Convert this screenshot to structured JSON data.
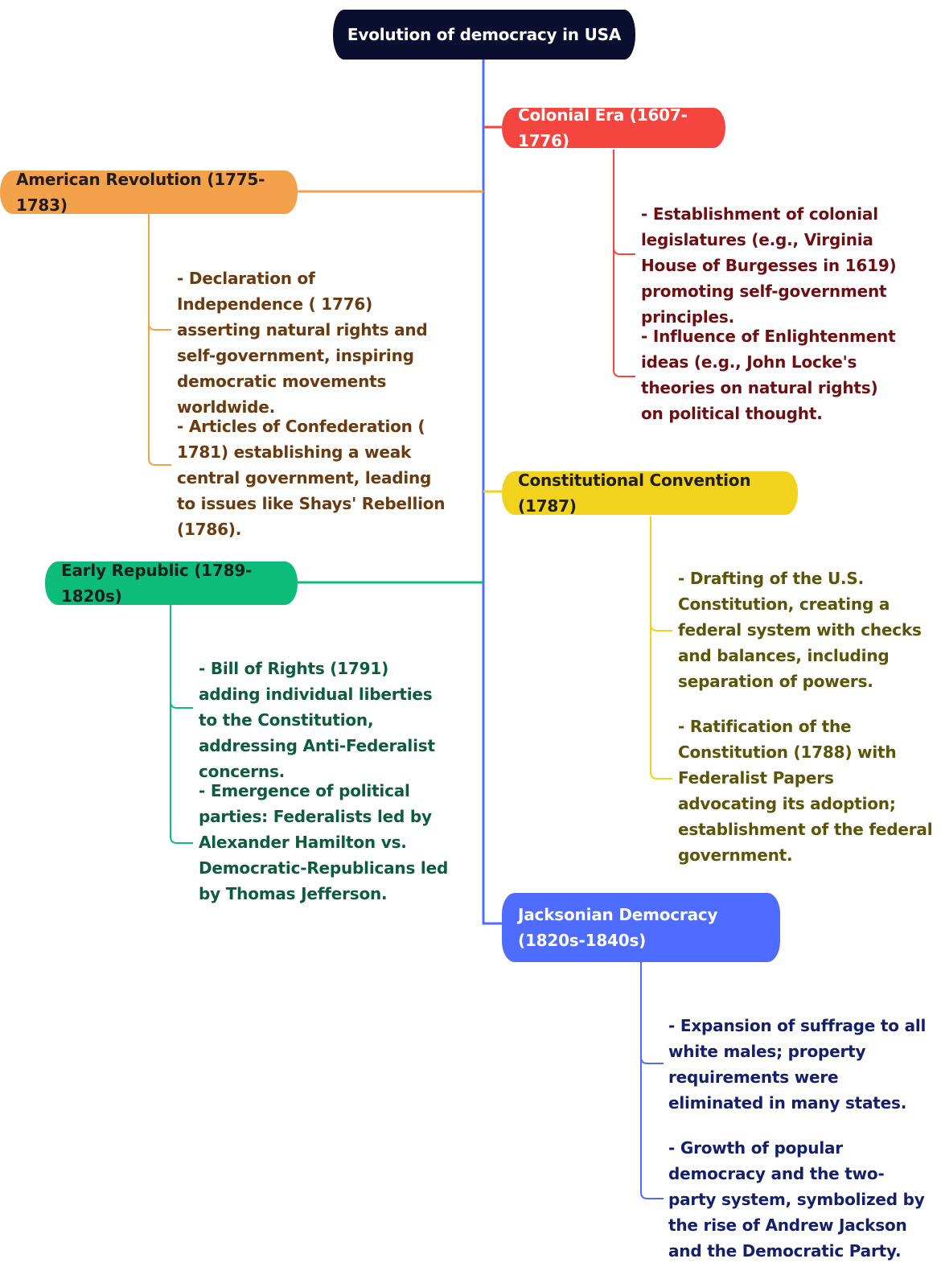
{
  "root": {
    "title": "Evolution of democracy in USA"
  },
  "colors": {
    "root": "#0a0e2f",
    "trunk": "#4e6cff",
    "colonial": "#f5453f",
    "revolution": "#f4a14c",
    "convention": "#f1d21c",
    "early_republic": "#0dbb7a",
    "jacksonian": "#4e6cff"
  },
  "colonial": {
    "title": "Colonial Era (1607-1776)",
    "notes": [
      "- Establishment of colonial legislatures (e.g., Virginia House of Burgesses in 1619) promoting self-government principles.",
      "- Influence of Enlightenment ideas (e.g., John Locke's theories on natural rights) on political thought."
    ]
  },
  "revolution": {
    "title": "American Revolution (1775-1783)",
    "notes": [
      "- Declaration of Independence ( 1776) asserting natural rights and self-government, inspiring democratic movements worldwide.",
      "- Articles of Confederation ( 1781) establishing a weak central government, leading to issues like Shays' Rebellion (1786)."
    ]
  },
  "convention": {
    "title": "Constitutional Convention (1787)",
    "notes": [
      "- Drafting of the U.S. Constitution, creating a federal system with checks and balances, including separation of powers.",
      "- Ratification of the Constitution (1788) with Federalist Papers advocating its adoption; establishment of the federal government."
    ]
  },
  "early_republic": {
    "title": "Early Republic (1789-1820s)",
    "notes": [
      "- Bill of Rights (1791) adding individual liberties to the Constitution, addressing Anti-Federalist concerns.",
      "- Emergence of political parties: Federalists led by Alexander Hamilton vs. Democratic-Republicans led by Thomas Jefferson."
    ]
  },
  "jacksonian": {
    "title": "Jacksonian Democracy (1820s-1840s)",
    "notes": [
      "- Expansion of suffrage to all white males; property requirements were eliminated in many states.",
      "- Growth of popular democracy and the two-party system, symbolized by the rise of Andrew Jackson and the Democratic Party."
    ]
  }
}
